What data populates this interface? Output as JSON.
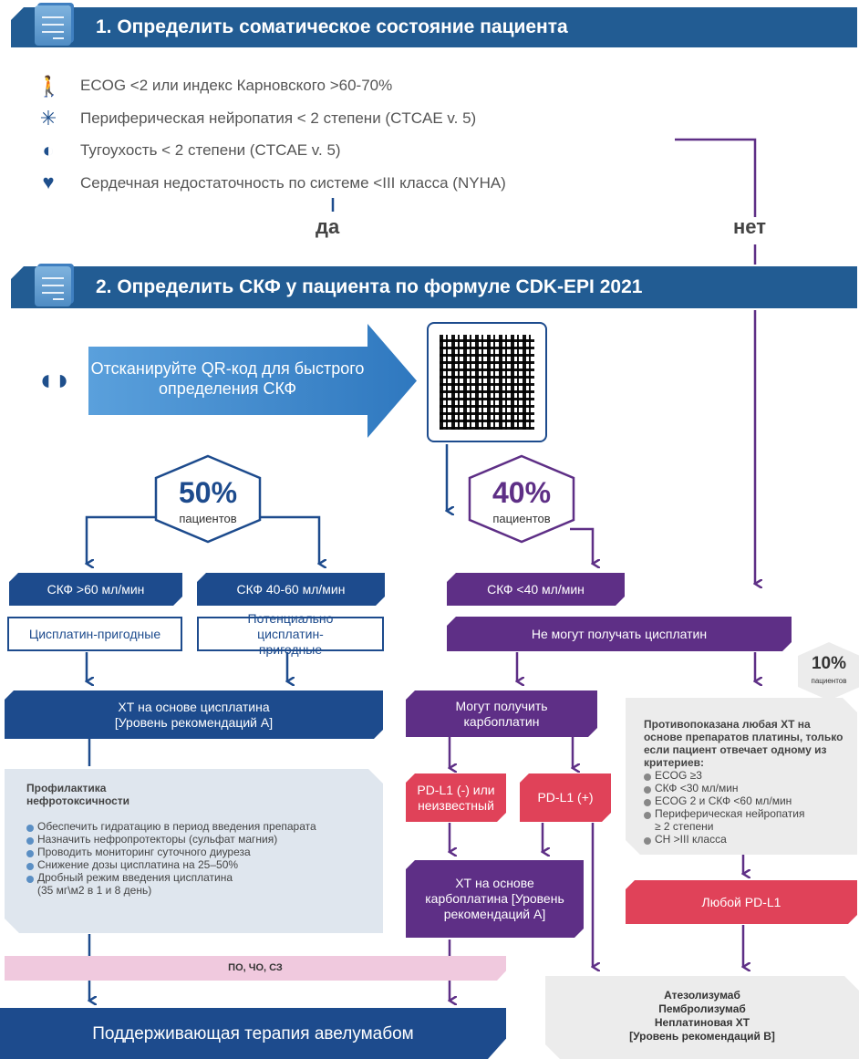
{
  "step1": {
    "title": "1. Определить соматическое состояние пациента",
    "criteria": [
      {
        "icon": "walking-person-icon",
        "text": "ECOG <2 или индекс Карновского >60-70%"
      },
      {
        "icon": "neuron-icon",
        "text": "Периферическая нейропатия < 2 степени (CTCAE v. 5)"
      },
      {
        "icon": "ear-icon",
        "text": "Тугоухость < 2 степени (CTCAE v. 5)"
      },
      {
        "icon": "heart-icon",
        "text": "Сердечная недостаточность по системе <III класса (NYHA)"
      }
    ]
  },
  "yes": "да",
  "no": "нет",
  "step2": {
    "title": "2. Определить СКФ у пациента по формуле CDK-EPI 2021",
    "qr_text": "Отсканируйте QR-код для быстрого определения СКФ"
  },
  "hex50": {
    "pct": "50%",
    "label": "пациентов"
  },
  "hex40": {
    "pct": "40%",
    "label": "пациентов"
  },
  "hex10": {
    "pct": "10%",
    "label": "пациентов"
  },
  "gfr": {
    "gt60": "СКФ >60 мл/мин",
    "b40_60": "СКФ 40-60 мл/мин",
    "lt40": "СКФ <40 мл/мин"
  },
  "elig": {
    "fit": "Цисплатин-пригодные",
    "potential": "Потенциально цисплатин-пригодные",
    "unfit": "Не могут получать цисплатин"
  },
  "cis_chemo": "ХТ на основе цисплатина [Уровень рекомендаций А]",
  "carbo_ok": "Могут получить карбоплатин",
  "pdl1_neg": "PD-L1 (-) или неизвестный",
  "pdl1_pos": "PD-L1 (+)",
  "carbo_chemo": "ХТ на основе карбоплатина [Уровень рекомендаций А]",
  "prophylaxis": {
    "title": "Профилактика нефротоксичности",
    "items": [
      "Обеспечить гидратацию в период введения препарата",
      "Назначить нефропротекторы (сульфат магния)",
      "Проводить мониторинг суточного диуреза",
      "Снижение дозы цисплатина на 25–50%",
      "Дробный режим введения цисплатина (35 мг\\м2 в 1 и 8 день)"
    ]
  },
  "contra": {
    "title": "Противопоказана любая ХТ на основе препаратов платины, только если пациент отвечает одному из критериев:",
    "items": [
      "ECOG ≥3",
      "СКФ <30 мл/мин",
      "ECOG 2 и СКФ <60 мл/мин",
      "Периферическая нейропатия ≥ 2 степени",
      "СН >III класса"
    ]
  },
  "any_pdl1": "Любой PD-L1",
  "response": "ПО, ЧО, СЗ",
  "maintenance": "Поддерживающая терапия авелумабом",
  "alt": {
    "l1": "Атезолизумаб",
    "l2": "Пембролизумаб",
    "l3": "Неплатиновая ХТ",
    "l4": "[Уровень рекомендаций В]"
  },
  "colors": {
    "blue": "#1d4b8d",
    "purple": "#5e2f86",
    "red": "#e04259",
    "header": "#225c93"
  }
}
